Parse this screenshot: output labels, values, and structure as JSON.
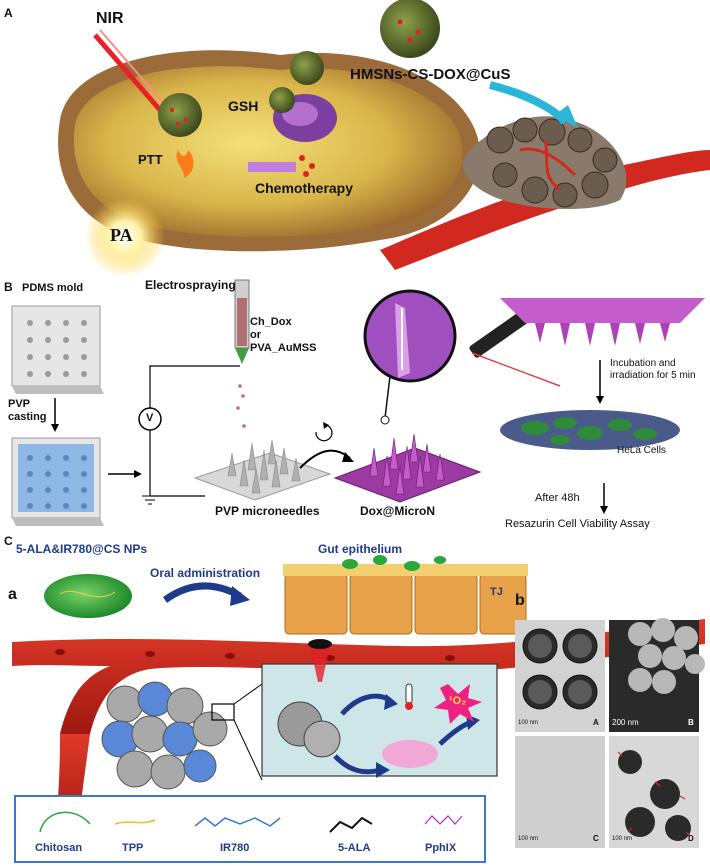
{
  "panel_a": {
    "letter": "A",
    "nir": "NIR",
    "nanoparticle": "HMSNs-CS-DOX@CuS",
    "gsh": "GSH",
    "ptt": "PTT",
    "chemo": "Chemotherapy",
    "pa": "PA"
  },
  "panel_b": {
    "letter": "B",
    "mold": "PDMS mold",
    "casting": "PVP\ncasting",
    "electrospraying": "Electrospraying",
    "spray_material": "Ch_Dox\nor\nPVA_AuMSS",
    "voltage": "V",
    "pvp_microneedles": "PVP microneedles",
    "dox_micron": "Dox@MicroN",
    "incubation": "Incubation and\nirradiation for 5 min",
    "hela": "HeLa Cells",
    "after": "After 48h",
    "assay": "Resazurin Cell Viability Assay"
  },
  "panel_c": {
    "letter": "C",
    "sub_a": "a",
    "sub_b": "b",
    "np_title": "5-ALA&IR780@CS NPs",
    "oral": "Oral administration",
    "gut": "Gut epithelium",
    "tj": "TJ",
    "singlet": "¹O₂",
    "legend": [
      "Chitosan",
      "TPP",
      "IR780",
      "5-ALA",
      "PphIX"
    ],
    "tem": [
      {
        "letter": "A",
        "scale": "100 nm"
      },
      {
        "letter": "B",
        "scale": "200 nm"
      },
      {
        "letter": "C",
        "scale": "100 nm"
      },
      {
        "letter": "D",
        "scale": "100 nm"
      }
    ]
  }
}
